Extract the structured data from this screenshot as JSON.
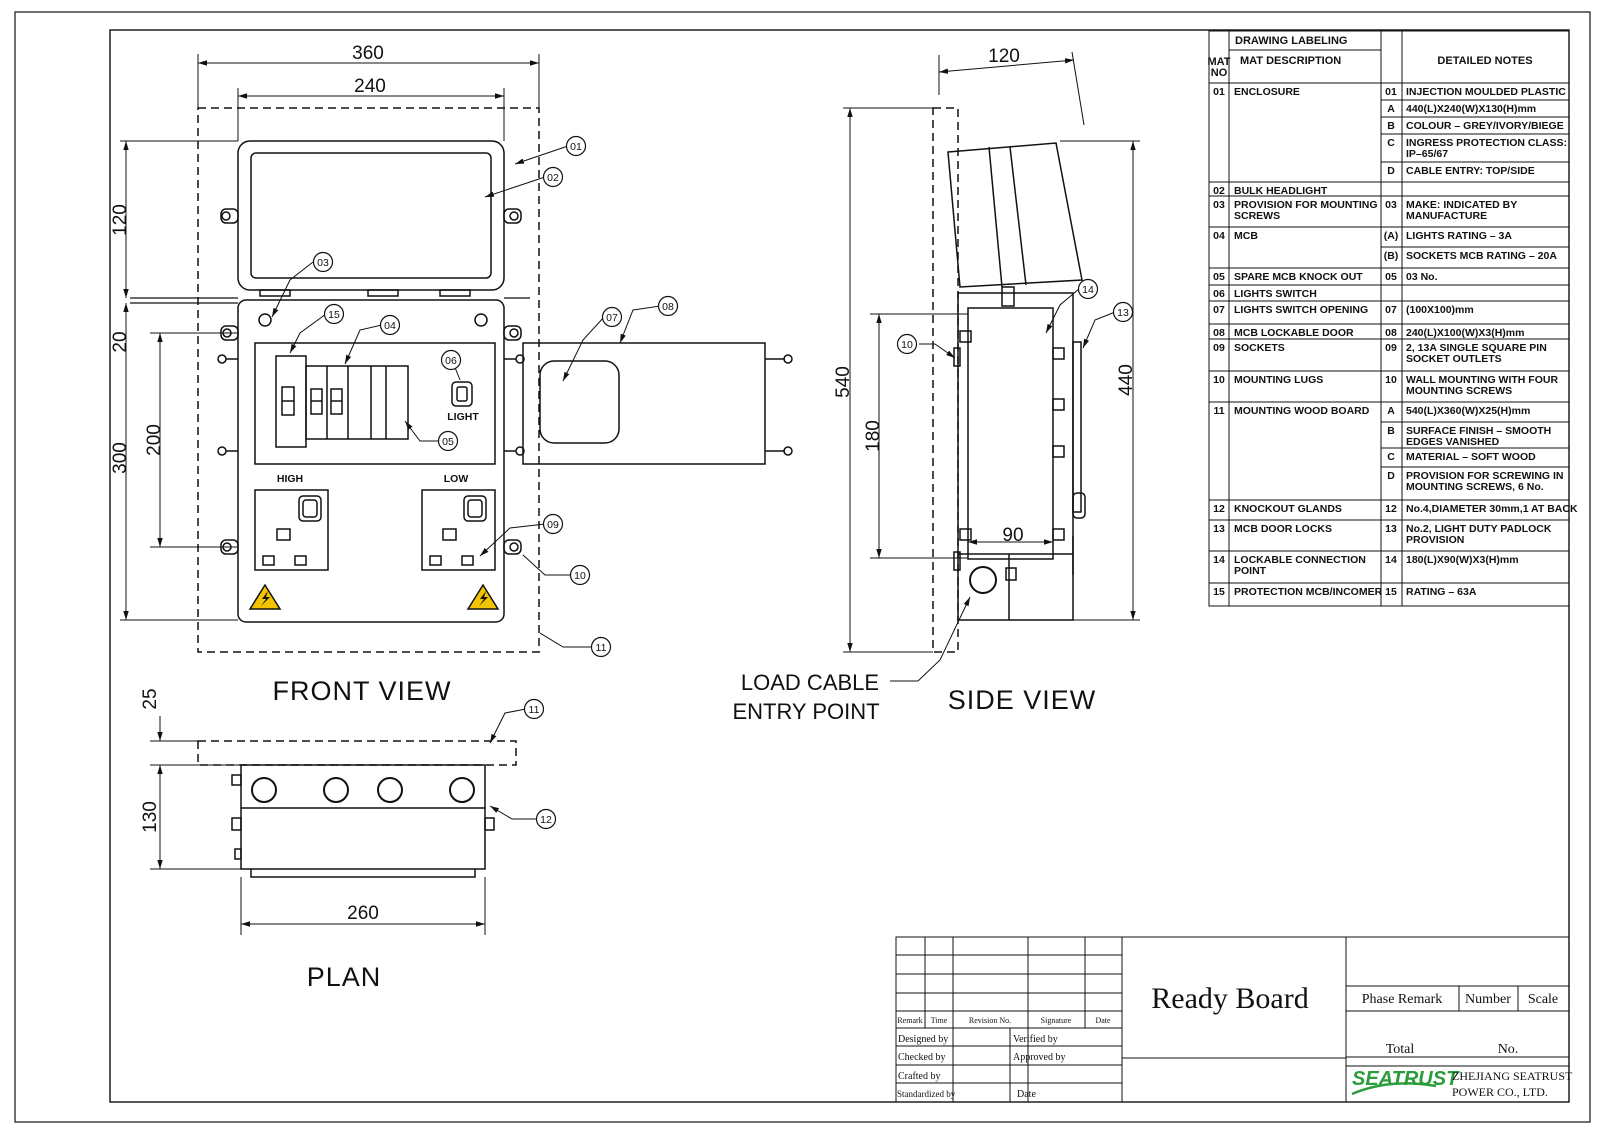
{
  "title_block": {
    "drawing_title": "Ready Board",
    "rev_headers": [
      "Remark",
      "Time",
      "Revision No.",
      "Signature",
      "Date"
    ],
    "designed_by": "Designed by",
    "verified_by": "Verified by",
    "checked_by": "Checked by",
    "approved_by": "Approved by",
    "crafted_by": "Crafted by",
    "standardized_by": "Standardized by",
    "date": "Date",
    "phase_remark": "Phase Remark",
    "number": "Number",
    "scale": "Scale",
    "total": "Total",
    "no": "No.",
    "company_line1": "ZHEJIANG SEATRUST",
    "company_line2": "POWER CO., LTD.",
    "logo_text": "SEATRUST"
  },
  "views": {
    "front_view": "FRONT VIEW",
    "side_view": "SIDE VIEW",
    "plan": "PLAN",
    "load_cable_1": "LOAD CABLE",
    "load_cable_2": "ENTRY POINT",
    "high": "HIGH",
    "low": "LOW",
    "light": "LIGHT"
  },
  "dimensions": {
    "front_width_outer": "360",
    "front_width_inner": "240",
    "front_h_120": "120",
    "front_h_20": "20",
    "front_h_300": "300",
    "front_h_200": "200",
    "side_width": "120",
    "side_h_540": "540",
    "side_h_180": "180",
    "side_h_440": "440",
    "side_w_90": "90",
    "plan_h_25": "25",
    "plan_h_130": "130",
    "plan_w_260": "260"
  },
  "callouts": [
    "01",
    "02",
    "03",
    "04",
    "05",
    "06",
    "07",
    "08",
    "09",
    "10",
    "11",
    "12",
    "13",
    "14",
    "15"
  ],
  "table": {
    "heading": "DRAWING LABELING",
    "col_mat_no": "MAT NO",
    "col_desc": "MAT DESCRIPTION",
    "col_notes": "DETAILED NOTES",
    "rows": [
      {
        "no": "01",
        "desc": "ENCLOSURE",
        "notes": [
          [
            "01",
            "INJECTION MOULDED PLASTIC"
          ],
          [
            "A",
            "440(L)X240(W)X130(H)mm"
          ],
          [
            "B",
            "COLOUR – GREY/IVORY/BIEGE"
          ],
          [
            "C",
            "INGRESS PROTECTION CLASS: IP–65/67"
          ],
          [
            "D",
            "CABLE ENTRY: TOP/SIDE"
          ]
        ]
      },
      {
        "no": "02",
        "desc": "BULK HEADLIGHT",
        "notes": [
          [
            "",
            ""
          ]
        ]
      },
      {
        "no": "03",
        "desc": "PROVISION FOR MOUNTING SCREWS",
        "notes": [
          [
            "03",
            "MAKE: INDICATED BY MANUFACTURE"
          ]
        ]
      },
      {
        "no": "04",
        "desc": "MCB",
        "notes": [
          [
            "(A)",
            "LIGHTS RATING – 3A"
          ],
          [
            "(B)",
            "SOCKETS MCB RATING – 20A"
          ]
        ]
      },
      {
        "no": "05",
        "desc": "SPARE MCB KNOCK OUT",
        "notes": [
          [
            "05",
            "03 No."
          ]
        ]
      },
      {
        "no": "06",
        "desc": "LIGHTS SWITCH",
        "notes": [
          [
            "",
            ""
          ]
        ]
      },
      {
        "no": "07",
        "desc": "LIGHTS SWITCH OPENING",
        "notes": [
          [
            "07",
            "(100X100)mm"
          ]
        ]
      },
      {
        "no": "08",
        "desc": "MCB LOCKABLE DOOR",
        "notes": [
          [
            "08",
            "240(L)X100(W)X3(H)mm"
          ]
        ]
      },
      {
        "no": "09",
        "desc": "SOCKETS",
        "notes": [
          [
            "09",
            "2, 13A SINGLE SQUARE PIN SOCKET OUTLETS"
          ]
        ]
      },
      {
        "no": "10",
        "desc": "MOUNTING LUGS",
        "notes": [
          [
            "10",
            "WALL MOUNTING WITH FOUR MOUNTING SCREWS"
          ]
        ]
      },
      {
        "no": "11",
        "desc": "MOUNTING WOOD BOARD",
        "notes": [
          [
            "A",
            "540(L)X360(W)X25(H)mm"
          ],
          [
            "B",
            "SURFACE FINISH – SMOOTH EDGES VANISHED"
          ],
          [
            "C",
            "MATERIAL – SOFT WOOD"
          ],
          [
            "D",
            "PROVISION FOR SCREWING IN MOUNTING SCREWS, 6 No."
          ]
        ]
      },
      {
        "no": "12",
        "desc": "KNOCKOUT GLANDS",
        "notes": [
          [
            "12",
            "No.4,DIAMETER 30mm,1 AT BACK"
          ]
        ]
      },
      {
        "no": "13",
        "desc": "MCB DOOR LOCKS",
        "notes": [
          [
            "13",
            "No.2, LIGHT DUTY PADLOCK PROVISION"
          ]
        ]
      },
      {
        "no": "14",
        "desc": "LOCKABLE CONNECTION POINT",
        "notes": [
          [
            "14",
            "180(L)X90(W)X3(H)mm"
          ]
        ]
      },
      {
        "no": "15",
        "desc": "PROTECTION MCB/INCOMER",
        "notes": [
          [
            "15",
            "RATING – 63A"
          ]
        ]
      }
    ]
  }
}
